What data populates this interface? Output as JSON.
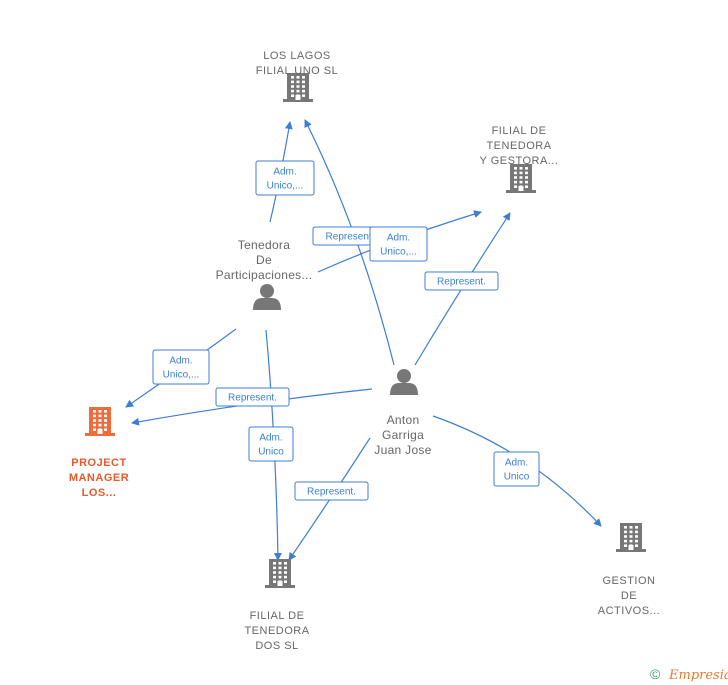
{
  "colors": {
    "edge": "#3b7fd4",
    "building": "#777777",
    "building_focus": "#f06a3c",
    "person": "#777777",
    "label": "#666666",
    "label_focus": "#e85a2a"
  },
  "nodes": [
    {
      "id": "los_lagos",
      "kind": "company",
      "icon": "building-icon",
      "lines": [
        "LOS LAGOS",
        "FILIAL UNO  SL"
      ]
    },
    {
      "id": "filial_tenedora_gestora",
      "kind": "company",
      "icon": "building-icon",
      "lines": [
        "FILIAL DE",
        "TENEDORA",
        "Y GESTORA..."
      ]
    },
    {
      "id": "tenedora_participaciones",
      "kind": "person",
      "icon": "person-icon",
      "lines": [
        "Tenedora",
        "De",
        "Participaciones..."
      ]
    },
    {
      "id": "project_manager",
      "kind": "company-focus",
      "icon": "building-icon",
      "lines": [
        "PROJECT",
        "MANAGER",
        "LOS..."
      ]
    },
    {
      "id": "anton_garriga",
      "kind": "person",
      "icon": "person-icon",
      "lines": [
        "Anton",
        "Garriga",
        "Juan Jose"
      ]
    },
    {
      "id": "filial_tenedora_dos",
      "kind": "company",
      "icon": "building-icon",
      "lines": [
        "FILIAL DE",
        "TENEDORA",
        "DOS  SL"
      ]
    },
    {
      "id": "gestion_activos",
      "kind": "company",
      "icon": "building-icon",
      "lines": [
        "GESTION",
        "DE",
        "ACTIVOS..."
      ]
    }
  ],
  "edges": [
    {
      "from": "tenedora_participaciones",
      "to": "los_lagos",
      "lines": [
        "Adm.",
        "Unico,..."
      ]
    },
    {
      "from": "anton_garriga",
      "to": "los_lagos",
      "lines": [
        "Represent."
      ]
    },
    {
      "from": "tenedora_participaciones",
      "to": "filial_tenedora_gestora",
      "lines": [
        "Adm.",
        "Unico,..."
      ]
    },
    {
      "from": "anton_garriga",
      "to": "filial_tenedora_gestora",
      "lines": [
        "Represent."
      ]
    },
    {
      "from": "tenedora_participaciones",
      "to": "project_manager",
      "lines": [
        "Adm.",
        "Unico,..."
      ]
    },
    {
      "from": "anton_garriga",
      "to": "project_manager",
      "lines": [
        "Represent."
      ]
    },
    {
      "from": "tenedora_participaciones",
      "to": "filial_tenedora_dos",
      "lines": [
        "Adm.",
        "Unico"
      ]
    },
    {
      "from": "anton_garriga",
      "to": "filial_tenedora_dos",
      "lines": [
        "Represent."
      ]
    },
    {
      "from": "anton_garriga",
      "to": "gestion_activos",
      "lines": [
        "Adm.",
        "Unico"
      ]
    }
  ],
  "watermark": {
    "copyright": "©",
    "brand": "Empresia"
  }
}
